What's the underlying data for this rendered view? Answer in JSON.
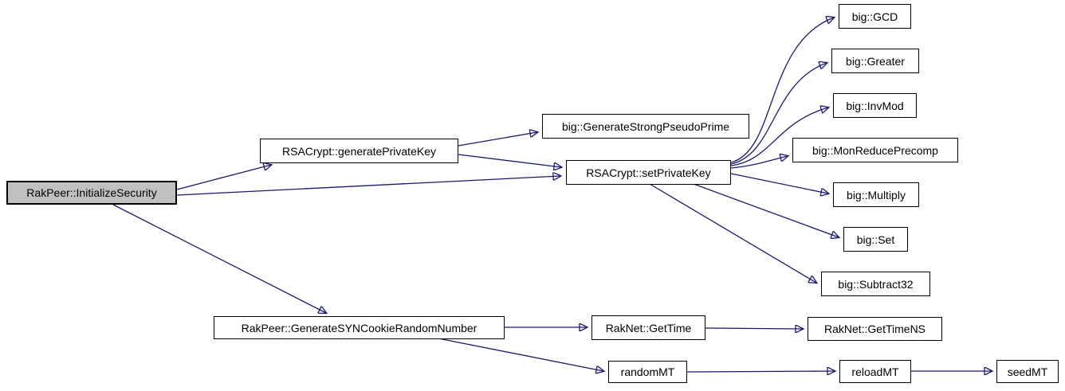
{
  "diagram": {
    "type": "call-graph",
    "background_color": "#ffffff",
    "edge_color": "#191970",
    "node_border_color": "#000000",
    "node_fill_color": "#ffffff",
    "root_node_fill_color": "#c0c0c0",
    "text_color": "#000000",
    "nodes": {
      "initialize_security": {
        "label": "RakPeer::InitializeSecurity",
        "is_root": true
      },
      "generate_private_key": {
        "label": "RSACrypt::generatePrivateKey"
      },
      "generate_strong_pseudo_prime": {
        "label": "big::GenerateStrongPseudoPrime"
      },
      "set_private_key": {
        "label": "RSACrypt::setPrivateKey"
      },
      "gcd": {
        "label": "big::GCD"
      },
      "greater": {
        "label": "big::Greater"
      },
      "inv_mod": {
        "label": "big::InvMod"
      },
      "mon_reduce_precomp": {
        "label": "big::MonReducePrecomp"
      },
      "multiply": {
        "label": "big::Multiply"
      },
      "set": {
        "label": "big::Set"
      },
      "subtract32": {
        "label": "big::Subtract32"
      },
      "generate_syn_cookie_random_number": {
        "label": "RakPeer::GenerateSYNCookieRandomNumber"
      },
      "get_time": {
        "label": "RakNet::GetTime"
      },
      "get_time_ns": {
        "label": "RakNet::GetTimeNS"
      },
      "random_mt": {
        "label": "randomMT"
      },
      "reload_mt": {
        "label": "reloadMT"
      },
      "seed_mt": {
        "label": "seedMT"
      }
    },
    "edges": [
      {
        "from": "RakPeer::InitializeSecurity",
        "to": "RSACrypt::generatePrivateKey"
      },
      {
        "from": "RakPeer::InitializeSecurity",
        "to": "RSACrypt::setPrivateKey"
      },
      {
        "from": "RakPeer::InitializeSecurity",
        "to": "RakPeer::GenerateSYNCookieRandomNumber"
      },
      {
        "from": "RSACrypt::generatePrivateKey",
        "to": "big::GenerateStrongPseudoPrime"
      },
      {
        "from": "RSACrypt::generatePrivateKey",
        "to": "RSACrypt::setPrivateKey"
      },
      {
        "from": "RSACrypt::setPrivateKey",
        "to": "big::GCD"
      },
      {
        "from": "RSACrypt::setPrivateKey",
        "to": "big::Greater"
      },
      {
        "from": "RSACrypt::setPrivateKey",
        "to": "big::InvMod"
      },
      {
        "from": "RSACrypt::setPrivateKey",
        "to": "big::MonReducePrecomp"
      },
      {
        "from": "RSACrypt::setPrivateKey",
        "to": "big::Multiply"
      },
      {
        "from": "RSACrypt::setPrivateKey",
        "to": "big::Set"
      },
      {
        "from": "RSACrypt::setPrivateKey",
        "to": "big::Subtract32"
      },
      {
        "from": "RakPeer::GenerateSYNCookieRandomNumber",
        "to": "RakNet::GetTime"
      },
      {
        "from": "RakPeer::GenerateSYNCookieRandomNumber",
        "to": "randomMT"
      },
      {
        "from": "RakNet::GetTime",
        "to": "RakNet::GetTimeNS"
      },
      {
        "from": "randomMT",
        "to": "reloadMT"
      },
      {
        "from": "reloadMT",
        "to": "seedMT"
      }
    ]
  }
}
